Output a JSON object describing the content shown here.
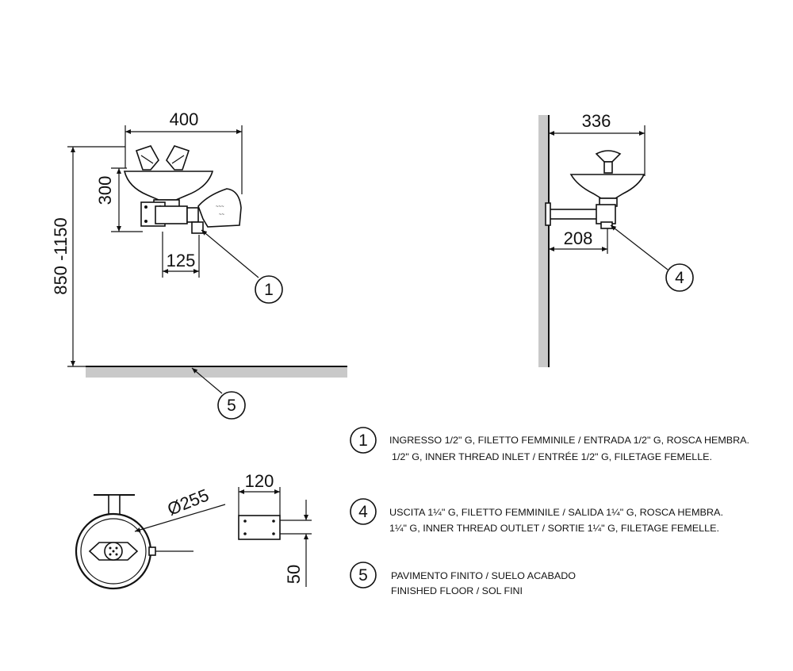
{
  "dimensions": {
    "front_width": "400",
    "front_height": "300",
    "front_mount_height": "850 -1150",
    "front_inlet_offset": "125",
    "side_depth": "336",
    "side_outlet_offset": "208",
    "plan_diameter": "Ø255",
    "plate_width": "120",
    "plate_height": "50"
  },
  "callouts": {
    "c1": "1",
    "c4": "4",
    "c5": "5"
  },
  "legend": [
    {
      "number": "1",
      "line1": "INGRESSO 1/2\" G, FILETTO FEMMINILE / ENTRADA 1/2\" G, ROSCA HEMBRA.",
      "line2": "1/2\" G, INNER THREAD INLET / ENTRÉE 1/2\" G, FILETAGE FEMELLE."
    },
    {
      "number": "4",
      "line1": "USCITA 1¼\" G, FILETTO FEMMINILE / SALIDA 1¼\" G, ROSCA HEMBRA.",
      "line2": "1¼\" G, INNER THREAD OUTLET / SORTIE 1¼\" G, FILETAGE FEMELLE."
    },
    {
      "number": "5",
      "line1": "PAVIMENTO FINITO / SUELO ACABADO",
      "line2": "FINISHED FLOOR / SOL FINI"
    }
  ]
}
